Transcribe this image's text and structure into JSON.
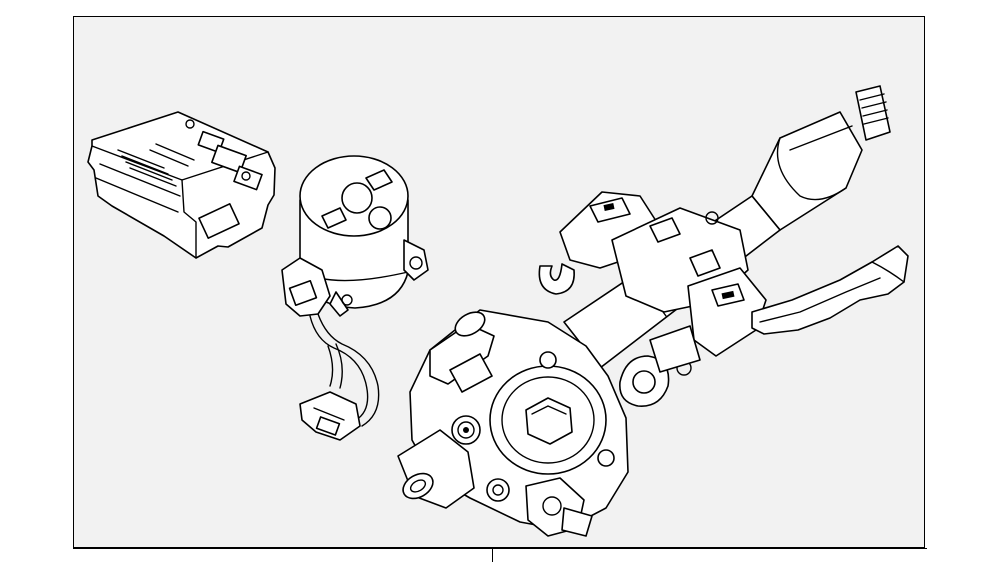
{
  "diagram": {
    "background": "#f2f2f2",
    "line_color": "#000000",
    "parts": [
      {
        "name": "steering-control-module"
      },
      {
        "name": "steering-angle-sensor"
      },
      {
        "name": "sensor-wiring-harness"
      },
      {
        "name": "steering-column-assembly"
      },
      {
        "name": "tilt-release-lever"
      }
    ]
  }
}
